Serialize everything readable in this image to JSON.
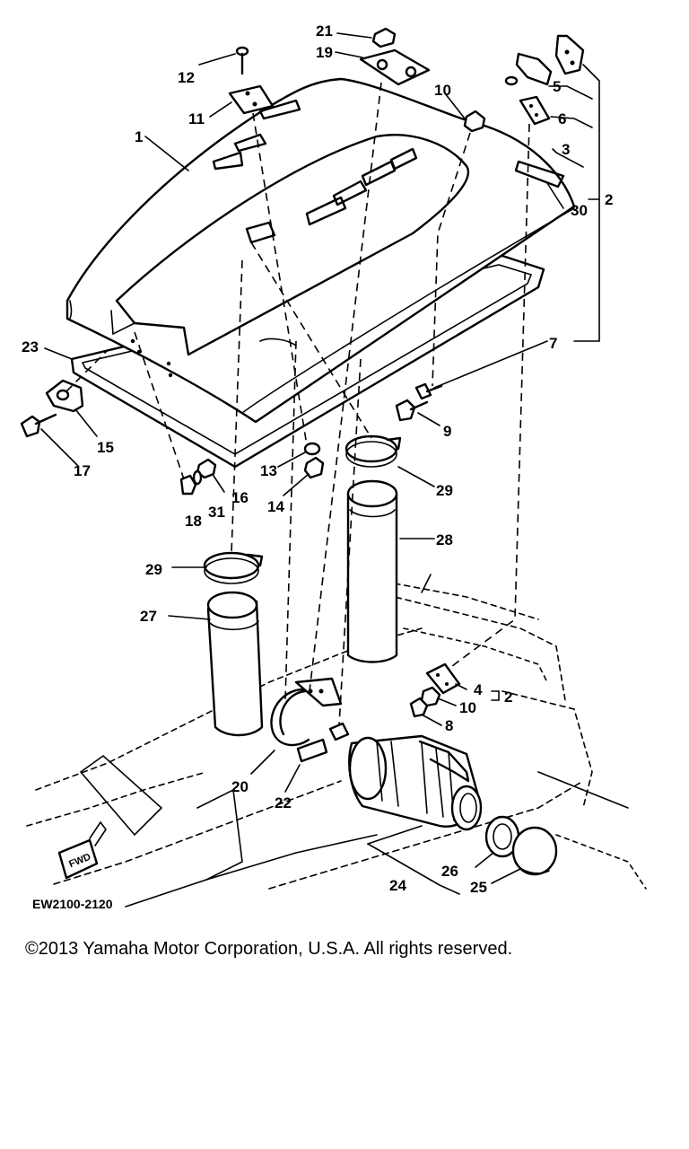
{
  "diagram": {
    "drawing_code": "EW2100-2120",
    "fwd_label": "FWD",
    "callouts": [
      "1",
      "2",
      "2",
      "3",
      "4",
      "5",
      "6",
      "7",
      "8",
      "9",
      "10",
      "10",
      "11",
      "12",
      "13",
      "14",
      "15",
      "16",
      "17",
      "18",
      "19",
      "20",
      "21",
      "22",
      "23",
      "24",
      "25",
      "26",
      "27",
      "28",
      "29",
      "29",
      "30",
      "31"
    ]
  },
  "footer": {
    "copyright": "©2013 Yamaha Motor Corporation, U.S.A. All rights reserved."
  }
}
